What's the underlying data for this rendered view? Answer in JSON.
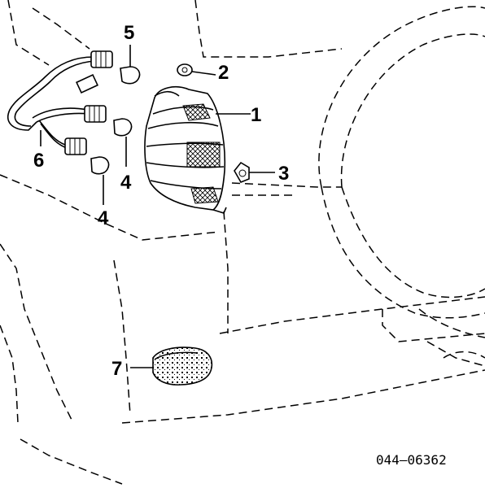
{
  "diagram": {
    "callouts": [
      {
        "id": "1",
        "label": "1"
      },
      {
        "id": "2",
        "label": "2"
      },
      {
        "id": "3",
        "label": "3"
      },
      {
        "id": "4a",
        "label": "4"
      },
      {
        "id": "4b",
        "label": "4"
      },
      {
        "id": "5",
        "label": "5"
      },
      {
        "id": "6",
        "label": "6"
      },
      {
        "id": "7",
        "label": "7"
      }
    ],
    "figure_code": "044–06362"
  }
}
